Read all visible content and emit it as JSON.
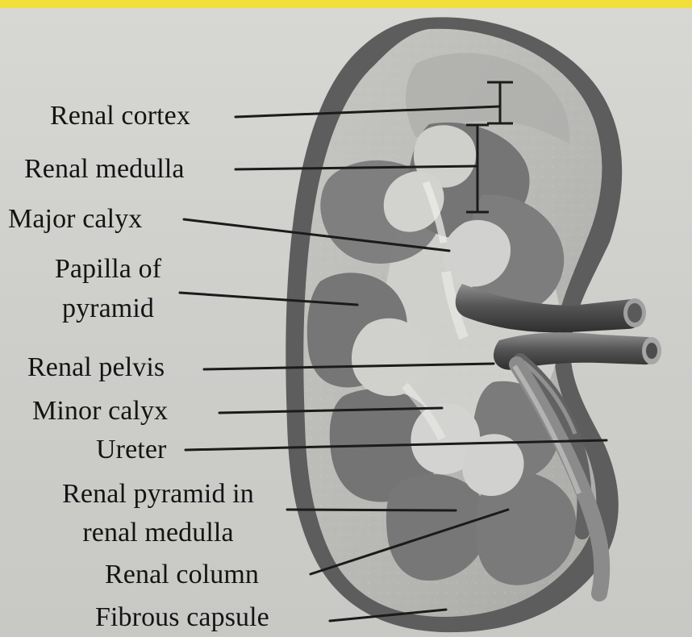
{
  "labels": {
    "renal_cortex": "Renal cortex",
    "renal_medulla": "Renal medulla",
    "major_calyx": "Major calyx",
    "papilla_line1": "Papilla of",
    "papilla_line2": "pyramid",
    "renal_pelvis": "Renal pelvis",
    "minor_calyx": "Minor calyx",
    "ureter": "Ureter",
    "pyramid_line1": "Renal pyramid in",
    "pyramid_line2": "renal medulla",
    "renal_column": "Renal column",
    "fibrous_capsule": "Fibrous capsule"
  },
  "colors": {
    "background": "#cfcfcd",
    "top_strip": "#f2df3c",
    "capsule": "#5a5a5a",
    "cortex": "#b8b8b5",
    "pyramid": "#7f7f80",
    "calyx": "#d3d3d1",
    "line": "#1b1b1b",
    "text": "#141414"
  }
}
